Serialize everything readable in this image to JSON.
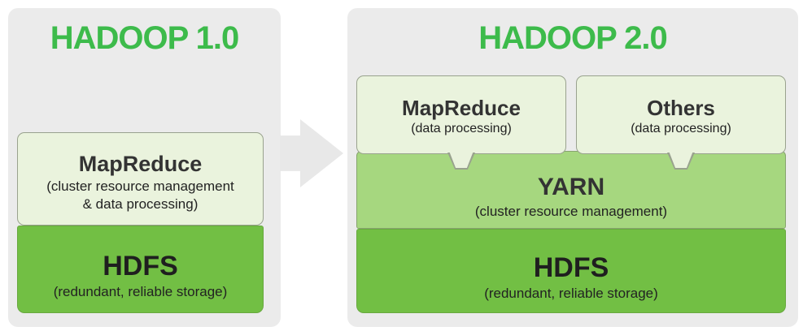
{
  "colors": {
    "panel_bg": "#ebebeb",
    "title_green": "#3dbb4b",
    "light_box_bg": "#eaf3dd",
    "light_box_border": "#99a28e",
    "yarn_bg": "#a6d77f",
    "yarn_border": "#87a46e",
    "hdfs_bg": "#72bf44",
    "hdfs_border": "#68a83f",
    "arrow_gray": "#e8e8e8",
    "text_dark": "#333333"
  },
  "hadoop1": {
    "title": "HADOOP 1.0",
    "mapreduce": {
      "title": "MapReduce",
      "subtitle_line1": "(cluster resource management",
      "subtitle_line2": "& data processing)"
    },
    "hdfs": {
      "title": "HDFS",
      "subtitle": "(redundant, reliable storage)"
    }
  },
  "arrow": {
    "icon": "right-arrow"
  },
  "hadoop2": {
    "title": "HADOOP 2.0",
    "mapreduce": {
      "title": "MapReduce",
      "subtitle": "(data processing)"
    },
    "others": {
      "title": "Others",
      "subtitle": "(data processing)"
    },
    "yarn": {
      "title": "YARN",
      "subtitle": "(cluster resource management)"
    },
    "hdfs": {
      "title": "HDFS",
      "subtitle": "(redundant, reliable storage)"
    }
  }
}
